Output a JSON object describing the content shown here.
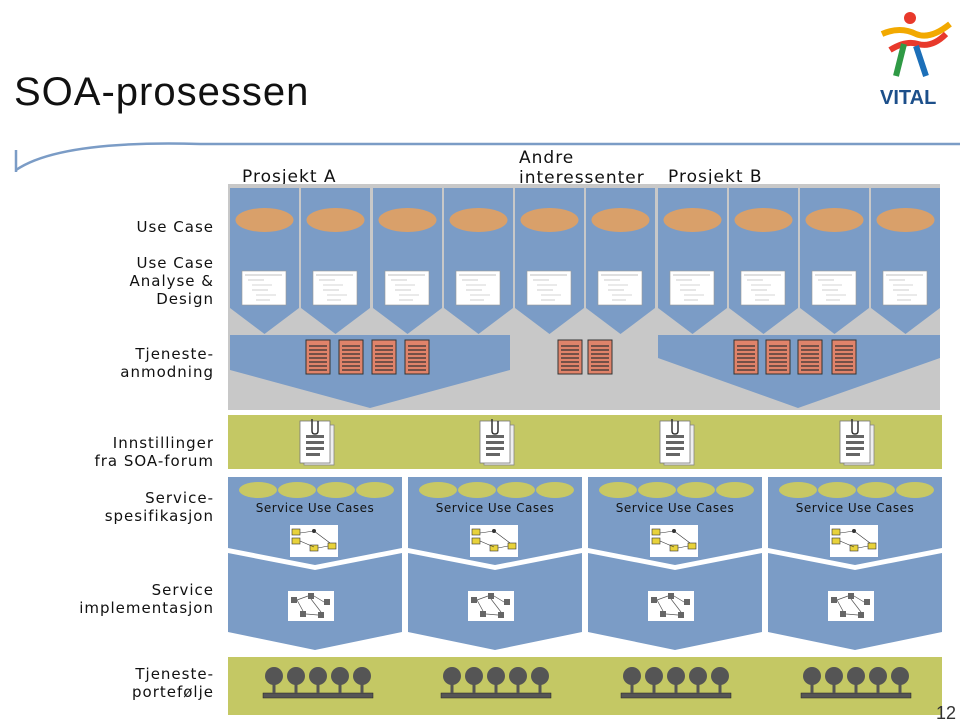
{
  "title": "SOA-prosessen",
  "page_number": "12",
  "logo": {
    "text": "VITAL",
    "icon": "vital-logo-figure"
  },
  "column_headers": {
    "prosjekt_a": "Prosjekt A",
    "andre_line1": "Andre",
    "andre_line2": "interessenter",
    "prosjekt_b": "Prosjekt B"
  },
  "row_labels": {
    "use_case": "Use Case",
    "analyse_line1": "Use Case",
    "analyse_line2": "Analyse &",
    "analyse_line3": "Design",
    "tjeneste_line1": "Tjeneste-",
    "tjeneste_line2": "anmodning",
    "innstillinger_line1": "Innstillinger",
    "innstillinger_line2": "fra SOA-forum",
    "spec_line1": "Service-",
    "spec_line2": "spesifikasjon",
    "impl_line1": "Service",
    "impl_line2": "implementasjon",
    "portfolio_line1": "Tjeneste-",
    "portfolio_line2": "portefølje"
  },
  "service_use_case_labels": [
    "Service Use Cases",
    "Service Use Cases",
    "Service Use Cases",
    "Service Use Cases"
  ],
  "colors": {
    "blue": "#7b9cc6",
    "gray": "#c8c8c8",
    "olive": "#c4c864",
    "use_case_ellipse": "#d9a06a",
    "service_ellipse": "#c8c864",
    "document": "#e0836a",
    "curve": "#7b9cc6"
  }
}
